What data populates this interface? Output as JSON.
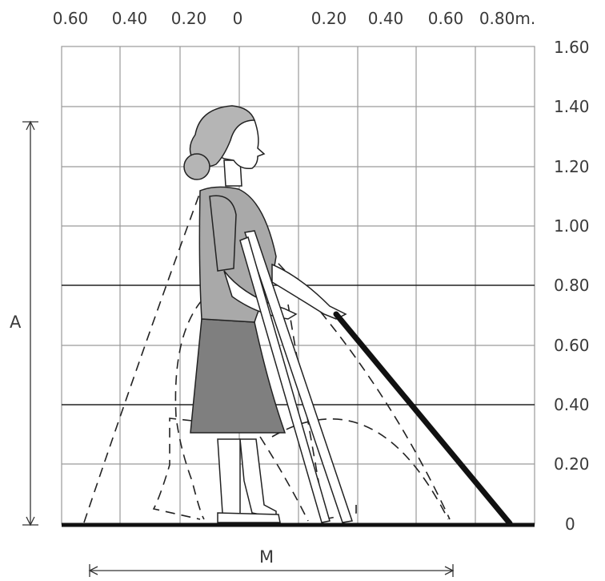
{
  "top_axis": {
    "ticks": [
      "0.60",
      "0.40",
      "0.20",
      "0",
      "0.20",
      "0.40",
      "0.60",
      "0.80m."
    ]
  },
  "right_axis": {
    "ticks": [
      "1.60",
      "1.40",
      "1.20",
      "1.00",
      "0.80",
      "0.60",
      "0.40",
      "0.20",
      "0"
    ]
  },
  "dimensions": {
    "height_label": "A",
    "width_label": "M"
  },
  "colors": {
    "grid": "#9a9a9a",
    "line": "#333333",
    "blouse": "#a9a9a9",
    "skirt": "#7f7f7f",
    "ground": "#111111"
  }
}
